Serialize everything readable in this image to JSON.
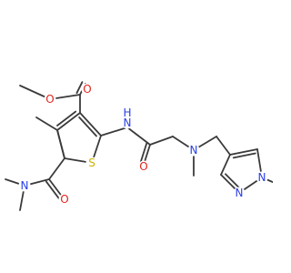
{
  "colors": {
    "bond": "#3a3a3a",
    "O": "#e0241d",
    "N": "#2a40e6",
    "S": "#c9b200",
    "C": "#3a3a3a"
  },
  "atoms": [
    {
      "id": "S1",
      "label": "S",
      "element": "S"
    },
    {
      "id": "O_ketone_top",
      "label": "O",
      "element": "O"
    },
    {
      "id": "O_ester",
      "label": "O",
      "element": "O"
    },
    {
      "id": "N_amide",
      "label": "N",
      "element": "N"
    },
    {
      "id": "H_amide",
      "label": "H",
      "element": "N"
    },
    {
      "id": "O_amide",
      "label": "O",
      "element": "O"
    },
    {
      "id": "N_amine",
      "label": "N",
      "element": "N"
    },
    {
      "id": "O_dimethylamide",
      "label": "O",
      "element": "O"
    },
    {
      "id": "N_dimethyl",
      "label": "N",
      "element": "N"
    },
    {
      "id": "N_pyr1",
      "label": "N",
      "element": "N"
    },
    {
      "id": "N_pyr2",
      "label": "N",
      "element": "N"
    }
  ]
}
